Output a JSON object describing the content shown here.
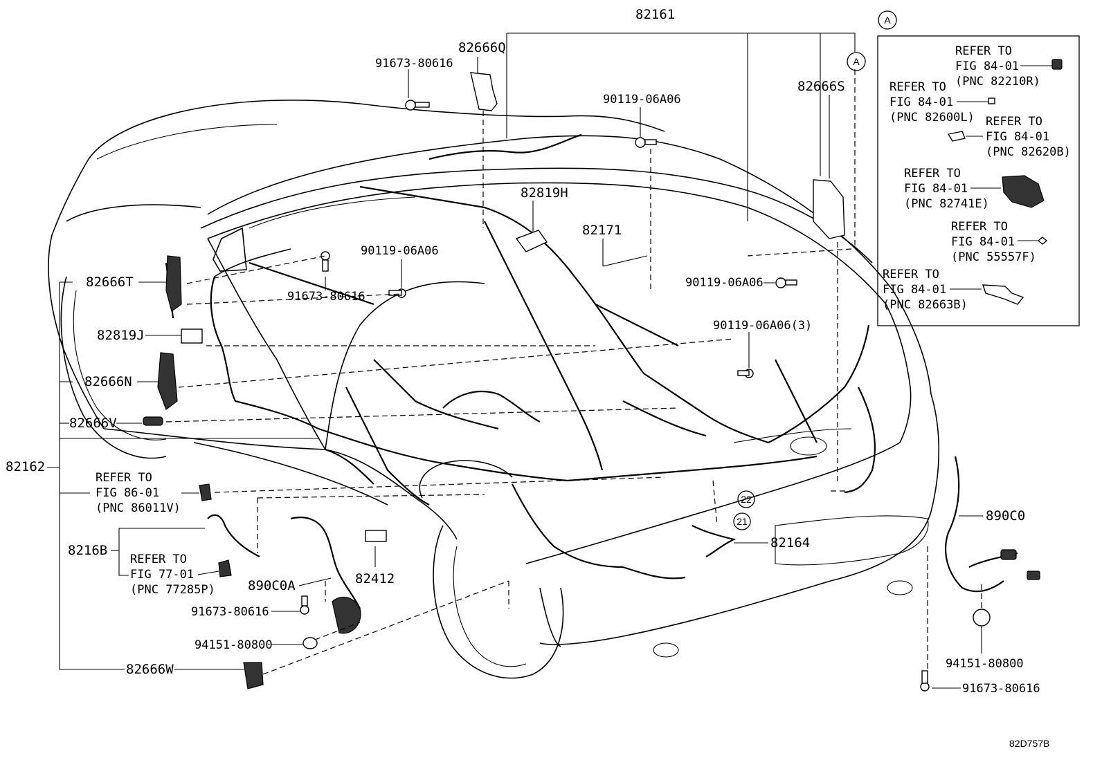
{
  "diagram_id": "82D757B",
  "inset_marker": "A",
  "labels": {
    "l82161": "82161",
    "l82666Q": "82666Q",
    "l91673_top": "91673-80616",
    "l90119_top": "90119-06A06",
    "l82666S": "82666S",
    "l82819H": "82819H",
    "l82171": "82171",
    "l90119_mid": "90119-06A06",
    "l91673_mid": "91673-80616",
    "l90119_right": "90119-06A06",
    "l90119_right3": "90119-06A06(3)",
    "l82666T": "82666T",
    "l82819J": "82819J",
    "l82666N": "82666N",
    "l82666V": "82666V",
    "l82162": "82162",
    "l8216B": "8216B",
    "l890C0A": "890C0A",
    "l82412": "82412",
    "l82164": "82164",
    "l890C0": "890C0",
    "l91673_bl": "91673-80616",
    "l94151_bl": "94151-80800",
    "l82666W": "82666W",
    "l94151_br": "94151-80800",
    "l91673_br": "91673-80616",
    "n22": "22",
    "n21": "21"
  },
  "refs": {
    "fig86": [
      "REFER TO",
      "FIG 86-01",
      "(PNC 86011V)"
    ],
    "fig77": [
      "REFER TO",
      "FIG 77-01",
      "(PNC 77285P)"
    ]
  },
  "inset": {
    "items": [
      [
        "REFER TO",
        "FIG 84-01",
        "(PNC 82210R)"
      ],
      [
        "REFER TO",
        "FIG 84-01",
        "(PNC 82600L)"
      ],
      [
        "REFER TO",
        "FIG 84-01",
        "(PNC 82620B)"
      ],
      [
        "REFER TO",
        "FIG 84-01",
        "(PNC 82741E)"
      ],
      [
        "REFER TO",
        "FIG 84-01",
        "(PNC 55557F)"
      ],
      [
        "REFER TO",
        "FIG 84-01",
        "(PNC 82663B)"
      ]
    ]
  }
}
